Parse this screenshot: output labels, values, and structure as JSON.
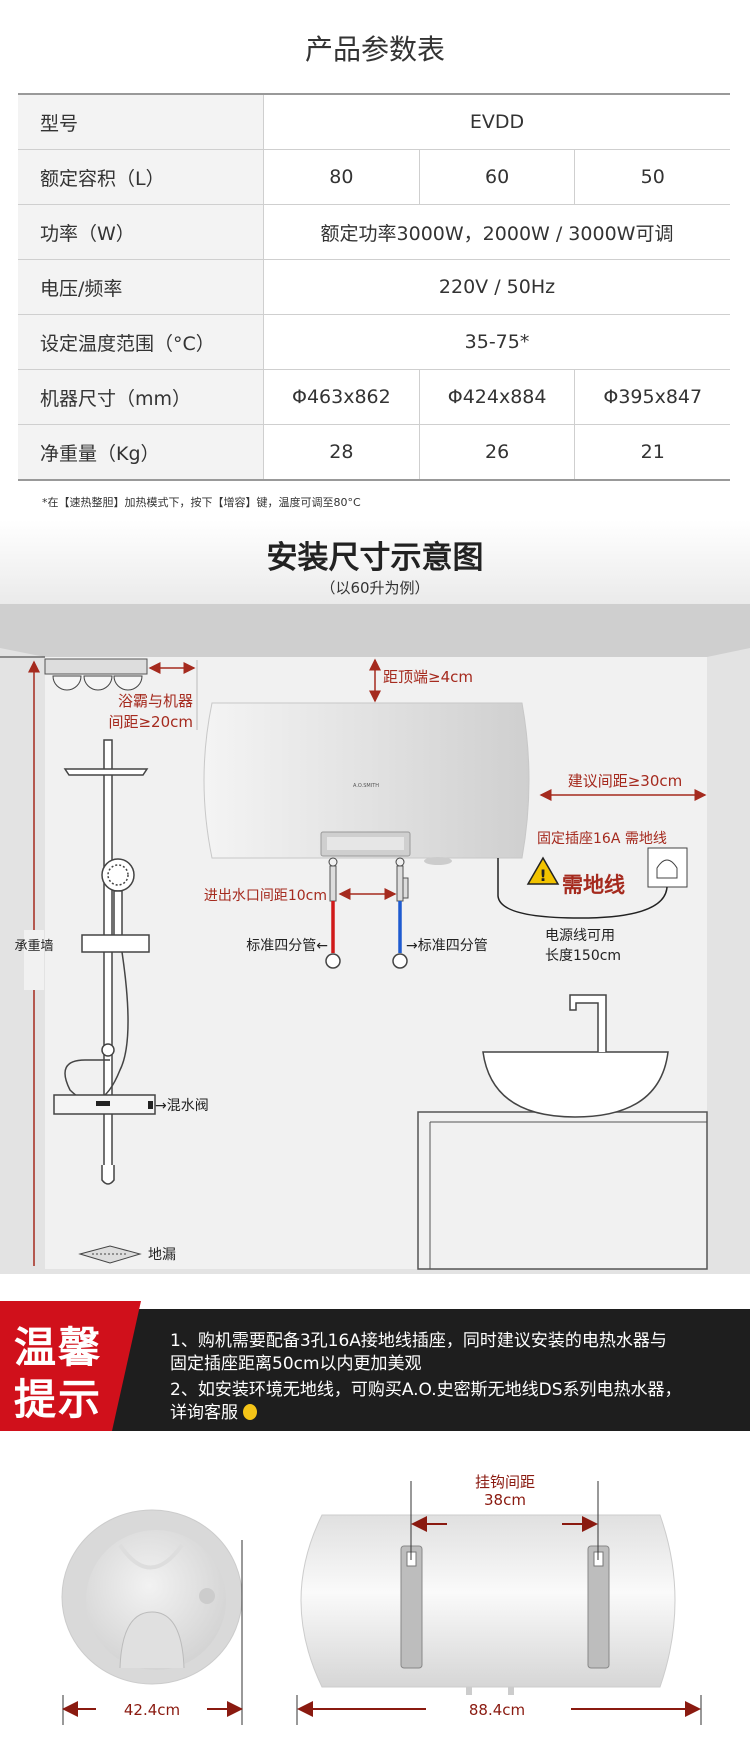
{
  "spec": {
    "title": "产品参数表",
    "rows": [
      {
        "label": "型号",
        "values": [
          "EVDD"
        ]
      },
      {
        "label": "额定容积（L）",
        "values": [
          "80",
          "60",
          "50"
        ]
      },
      {
        "label": "功率（W）",
        "values": [
          "额定功率3000W，2000W / 3000W可调"
        ]
      },
      {
        "label": "电压/频率",
        "values": [
          "220V / 50Hz"
        ]
      },
      {
        "label": "设定温度范围（°C）",
        "values": [
          "35-75*"
        ]
      },
      {
        "label": "机器尺寸（mm）",
        "values": [
          "Φ463x862",
          "Φ424x884",
          "Φ395x847"
        ]
      },
      {
        "label": "净重量（Kg）",
        "values": [
          "28",
          "26",
          "21"
        ]
      }
    ],
    "note": "*在【速热整胆】加热模式下，按下【增容】键，温度可调至80°C"
  },
  "install": {
    "title": "安装尺寸示意图",
    "subtitle": "（以60升为例）",
    "top_gap": "距顶端≥4cm",
    "bath_gap_1": "浴霸与机器",
    "bath_gap_2": "间距≥20cm",
    "side_gap": "建议间距≥30cm",
    "socket": "固定插座16A  需地线",
    "ground_warning": "需地线",
    "cable_1": "电源线可用",
    "cable_2": "长度150cm",
    "inlet_gap": "进出水口间距10cm",
    "pipe_left": "标准四分管←",
    "pipe_right": "→标准四分管",
    "wall": "承重墙",
    "mixer": "→混水阀",
    "drain": "地漏",
    "brand": "A.O.SMITH"
  },
  "tips": {
    "heading_1": "温馨",
    "heading_2": "提示",
    "lines": [
      "1、购机需要配备3孔16A接地线插座，同时建议安装的电热水器与",
      "固定插座距离50cm以内更加美观",
      "2、如安装环境无地线，可购买A.O.史密斯无地线DS系列电热水器，",
      "详询客服"
    ]
  },
  "dimensions": {
    "hook_label": "挂钩间距",
    "hook_value": "38cm",
    "depth": "42.4cm",
    "length": "88.4cm"
  },
  "colors": {
    "accent_red": "#a52a1e",
    "banner_red": "#d0101b",
    "banner_black": "#1e1e1e"
  }
}
